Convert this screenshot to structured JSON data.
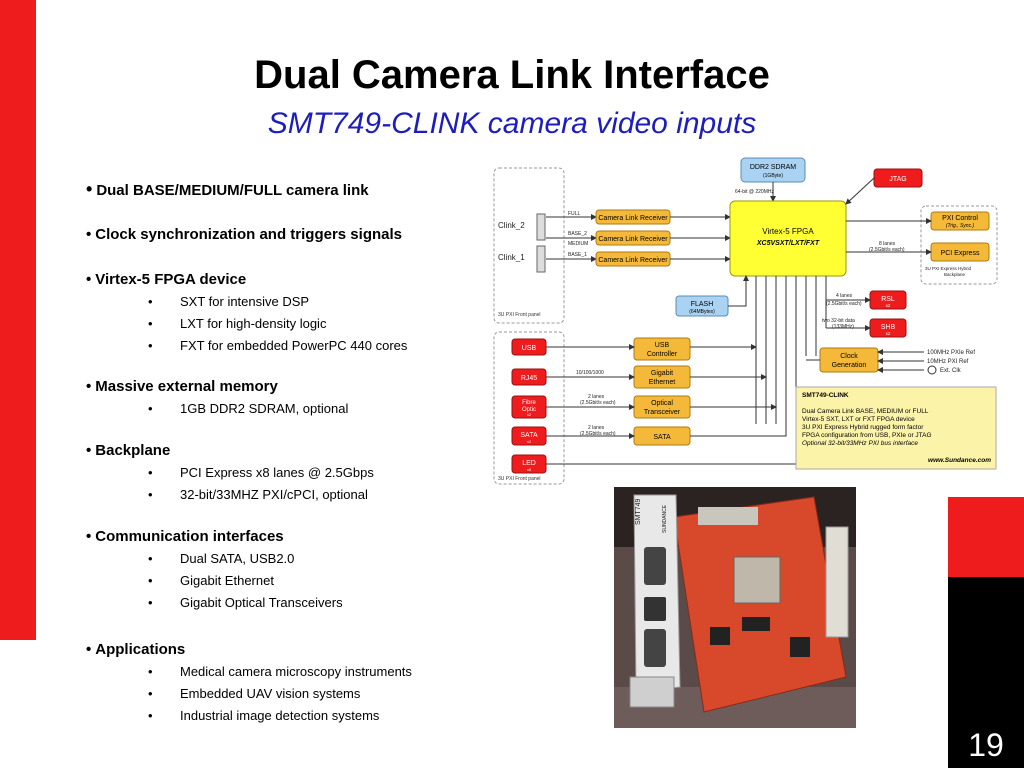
{
  "page": {
    "title": "Dual Camera Link Interface",
    "subtitle": "SMT749-CLINK camera video inputs",
    "number": "19"
  },
  "bullets": [
    {
      "header": "Dual BASE/MEDIUM/FULL camera link",
      "subs": []
    },
    {
      "header": "Clock synchronization and triggers signals",
      "subs": []
    },
    {
      "header": "Virtex-5 FPGA device",
      "subs": [
        "SXT for intensive DSP",
        "LXT for high-density logic",
        "FXT for embedded PowerPC 440 cores"
      ]
    },
    {
      "header": "Massive external memory",
      "subs": [
        "1GB DDR2 SDRAM, optional"
      ]
    },
    {
      "header": "Backplane",
      "subs": [
        "PCI Express x8 lanes @ 2.5Gbps",
        "32-bit/33MHZ  PXI/cPCI, optional"
      ]
    },
    {
      "header": "Communication interfaces",
      "subs": [
        "Dual SATA, USB2.0",
        "Gigabit Ethernet",
        "Gigabit Optical Transceivers"
      ]
    },
    {
      "header": "Applications",
      "subs": [
        "Medical camera microscopy instruments",
        "Embedded UAV vision systems",
        "Industrial image detection systems"
      ]
    }
  ],
  "diagram": {
    "ddr2_title": "DDR2 SDRAM",
    "ddr2_sub": "(1GByte)",
    "bus64": "64-bit @ 220MHz",
    "jtag": "JTAG",
    "clink2": "Clink_2",
    "clink1": "Clink_1",
    "full": "FULL",
    "base2": "BASE_2",
    "medium": "MEDIUM",
    "base1": "BASE_1",
    "clr": "Camera Link Receiver",
    "front_panel": "3U PXI Front panel",
    "fpga1": "Virtex-5 FPGA",
    "fpga2": "XC5VSXT/LXT/FXT",
    "pxi_title": "PXI Control",
    "pxi_sub": "(Trig., Sync.)",
    "pcie": "PCI Express",
    "lanes8": "8 lanes",
    "lanes8b": "(2.5Gbit/s each)",
    "backplane1": "3U PXI Express Hybrid",
    "backplane2": "Backplane",
    "flash_title": "FLASH",
    "flash_sub": "(64MBytes)",
    "lanes4": "4 lanes",
    "lanes4b": "(2.5Gbit/s each)",
    "rsl": "RSL",
    "rsl_sub": "x2",
    "two32": "two 32-bit data",
    "mhz133": "(133MHz)",
    "shb": "SHB",
    "shb_sub": "x2",
    "usb": "USB",
    "usbc1": "USB",
    "usbc2": "Controller",
    "rj45": "RJ45",
    "eth_speed": "10/100/1000",
    "ge1": "Gigabit",
    "ge2": "Ethernet",
    "fibre1": "Fibre",
    "fibre2": "Optic",
    "fibre3": "x2",
    "lanes2": "2 lanes",
    "lanes2b": "(2.5Gbit/s each)",
    "opt1": "Optical",
    "opt2": "Transceiver",
    "sata": "SATA",
    "sata_sub": "x2",
    "sata_box": "SATA",
    "led": "LED",
    "led_sub": "x8",
    "clk1": "Clock",
    "clk2": "Generation",
    "ref100": "100MHz PXIe Ref",
    "ref10": "10MHz PXI Ref",
    "extclk": "Ext. Clk",
    "info_title": "SMT749-CLINK",
    "info_lines": [
      "Dual Camera Link BASE, MEDIUM or FULL",
      "Virtex-5 SXT, LXT or FXT FPGA device",
      "3U PXI Express Hybrid rugged form factor",
      "FPGA configuration from USB, PXIe or JTAG"
    ],
    "info_italic": "Optional 32-bit/33MHz PXI bus interface",
    "info_web": "www.Sundance.com",
    "colors": {
      "orange": "#f5b93a",
      "yellow": "#ffff33",
      "red": "#ee1c1c",
      "blue": "#a9d2f3",
      "info_bg": "#fbf3a8"
    }
  },
  "photo": {
    "label1": "SMT749",
    "label2": "SUNDANCE"
  }
}
